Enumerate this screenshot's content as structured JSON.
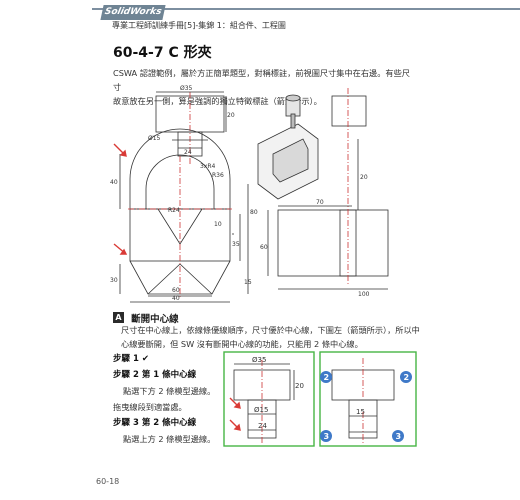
{
  "header": {
    "brand": "SolidWorks",
    "book_title": "專業工程師訓練手冊[5]-集錦 1：組合件、工程圖"
  },
  "section": {
    "title": "60-4-7 C 形夾",
    "intro_line1": "CSWA 認證範例，屬於方正簡單題型，對稱標註，前視圖尺寸集中在右邊。有些尺寸",
    "intro_line2": "故意放在另一側，算是強調的獨立特徵標註（箭頭所示）。"
  },
  "drawing": {
    "dims": {
      "d35": "Ø35",
      "d15": "Ø15",
      "d20": "20",
      "d24": "24",
      "d3x84": "3xR4",
      "r36": "R36",
      "r24": "R24",
      "d10": "10",
      "d35b": "35",
      "d80": "80",
      "d40": "40",
      "d30": "30",
      "d60": "60",
      "d15b": "15",
      "d20b": "20",
      "d70": "70",
      "d60b": "60",
      "d100": "100",
      "d40b": "40"
    }
  },
  "sub_section": {
    "badge": "A",
    "title": "斷開中心線"
  },
  "body": {
    "para_line1": "尺寸在中心線上，依線條優線順序，尺寸優於中心線，下圖左（箭頭所示），所以中",
    "para_line2": "心線要斷開，但 SW 沒有斷開中心線的功能，只能用 2 條中心線。",
    "step1_title": "步驟 1 ✔",
    "step2_title": "步驟 2 第 1 條中心線",
    "step2_line1": "點選下方 2 條模型邊線。",
    "step2_line2": "拖曳線段到適當處。",
    "step3_title": "步驟 3 第 2 條中心線",
    "step3_line1": "點選上方 2 條模型邊線。"
  },
  "figure2": {
    "d35": "Ø35",
    "d20": "20",
    "d15": "Ø15",
    "d24": "24",
    "d15b": "15",
    "marker2": "2",
    "marker3": "3"
  },
  "footer": {
    "page": "60-18"
  },
  "colors": {
    "accent_green": "#46b545",
    "marker_blue": "#3f79c8",
    "arrow_red": "#d93a36",
    "badge_gray": "#6f8494"
  }
}
